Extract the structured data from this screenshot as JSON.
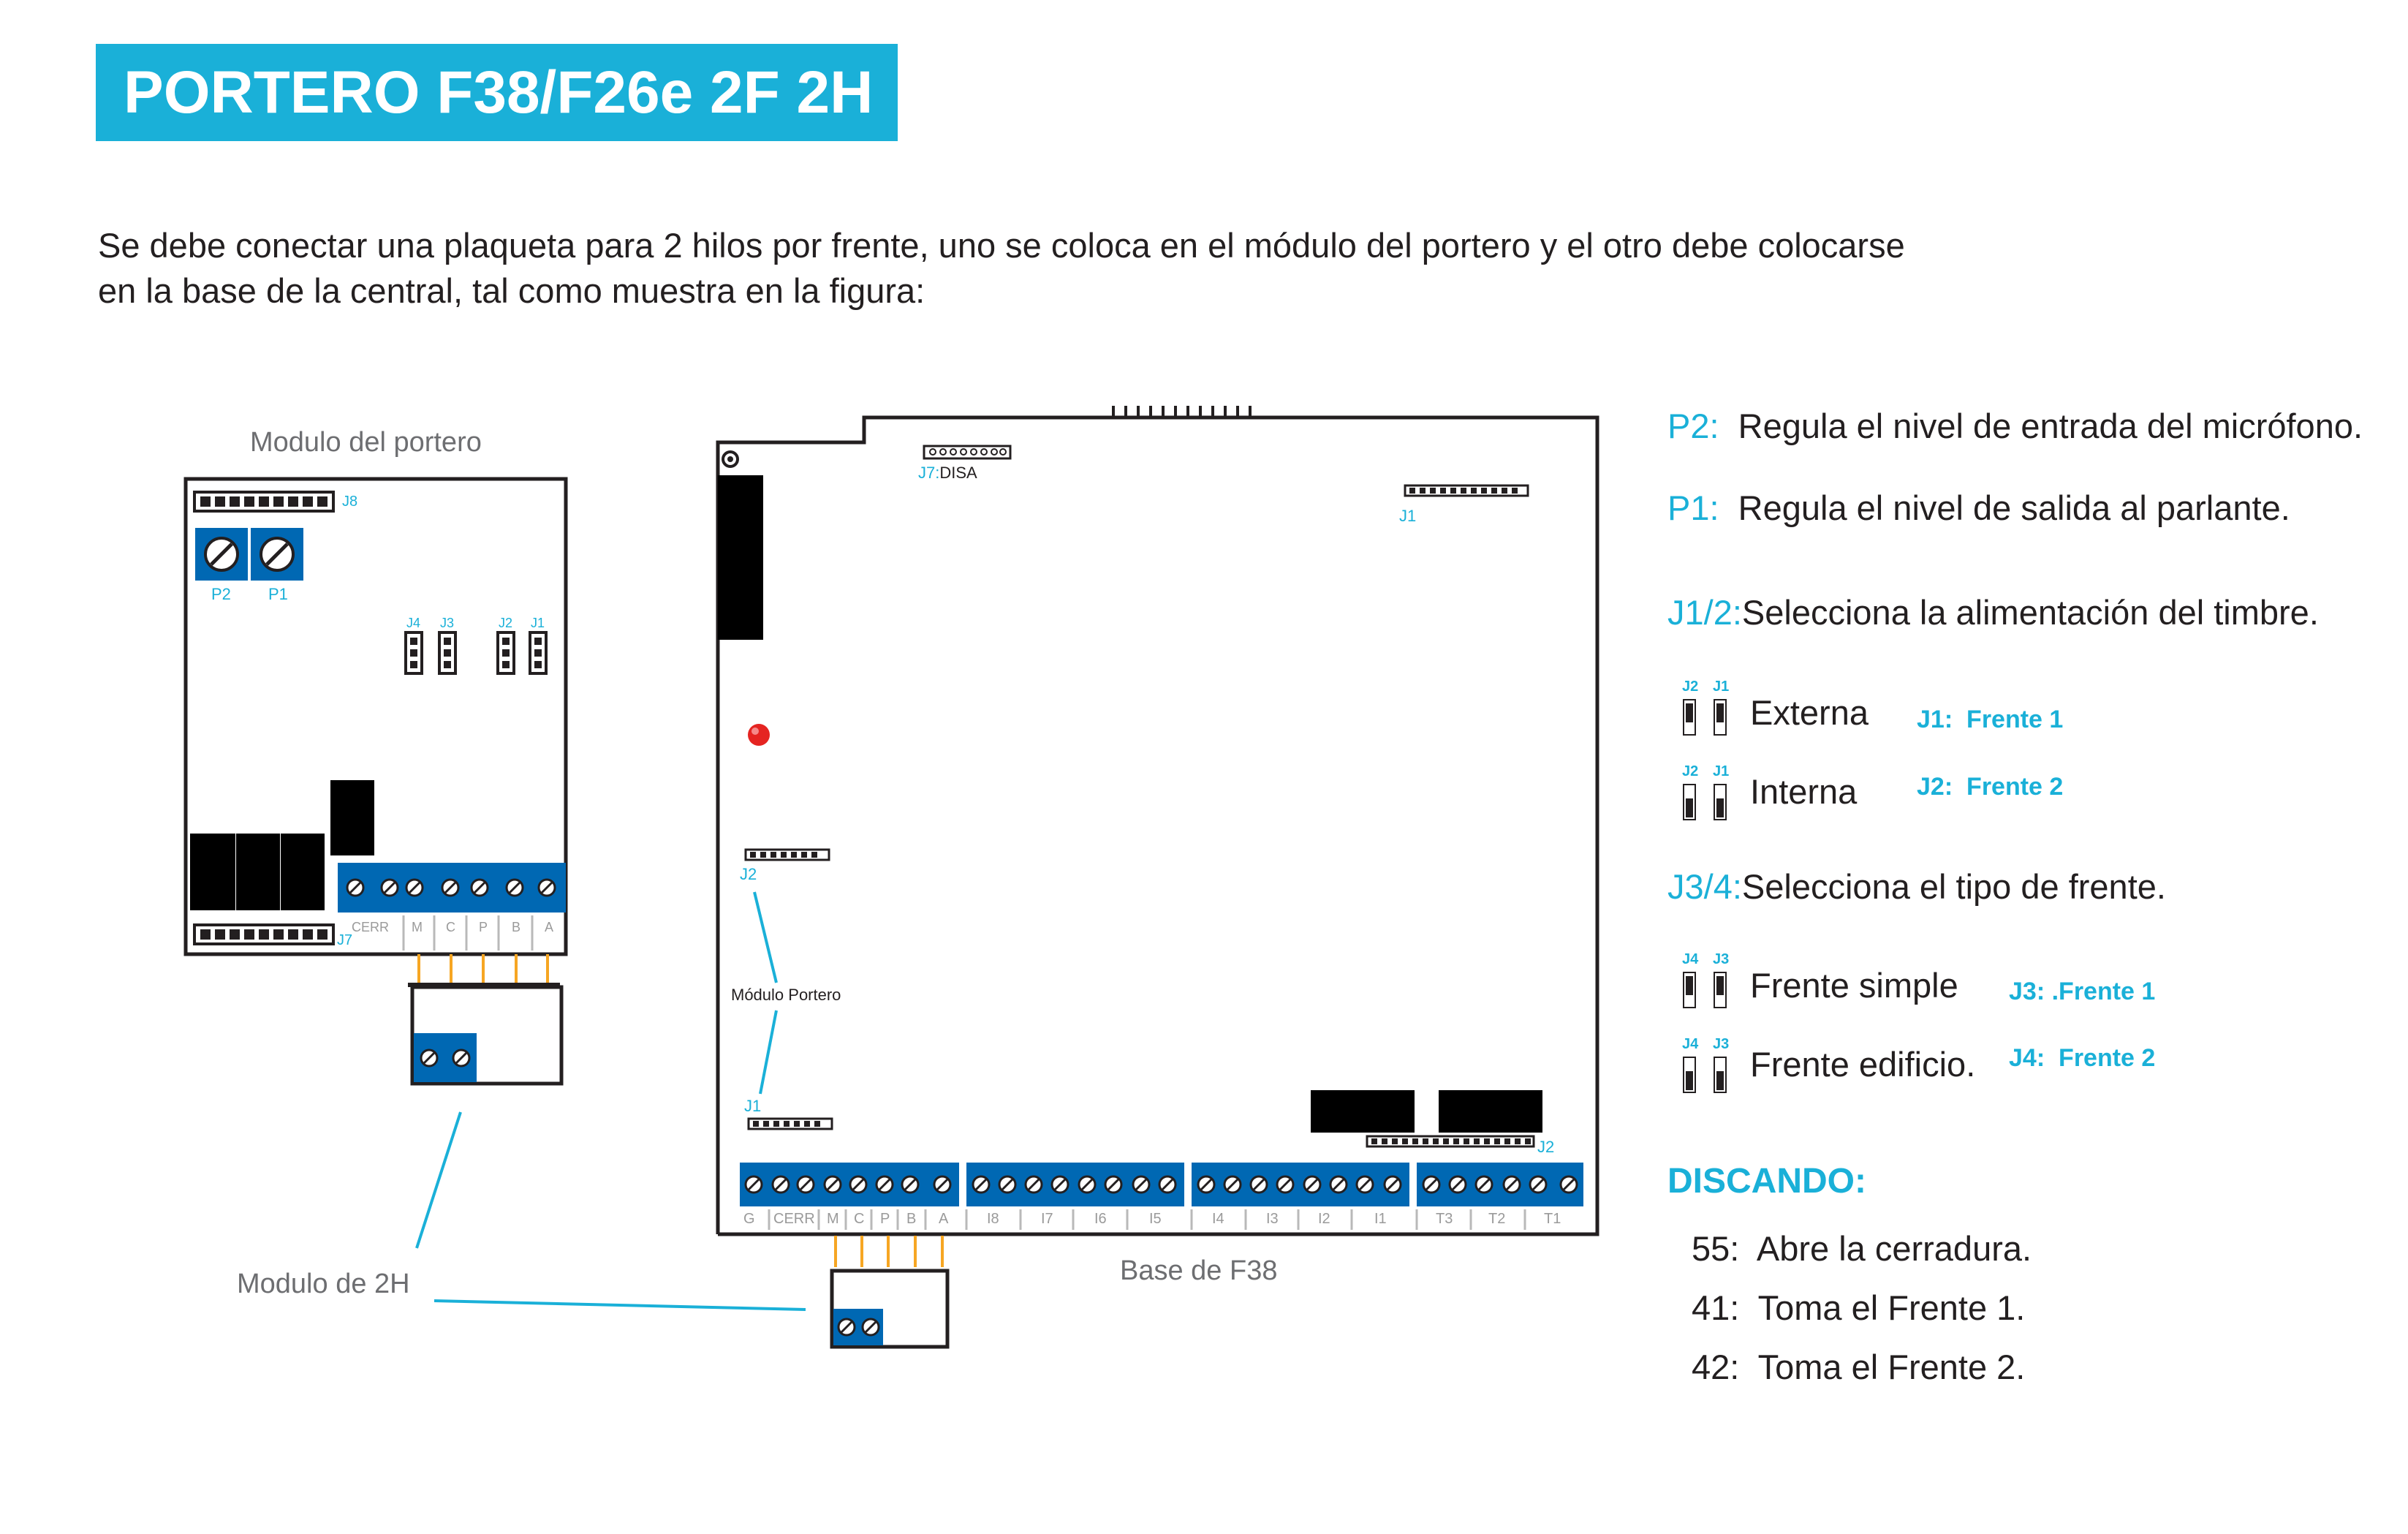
{
  "title": "PORTERO F38/F26e 2F 2H",
  "intro": {
    "line1": "Se debe conectar una plaqueta para 2 hilos por frente, uno se coloca en el módulo del portero y el otro debe colocarse",
    "line2": "en la base de la central, tal como muestra en la figura:"
  },
  "left_module": {
    "title": "Modulo del portero",
    "j8": "J8",
    "j7": "J7",
    "p2": "P2",
    "p1": "P1",
    "j4": "J4",
    "j3": "J3",
    "j2": "J2",
    "j1": "J1",
    "terminals": [
      "CERR",
      "M",
      "C",
      "P",
      "B",
      "A"
    ]
  },
  "module_2h_label": "Modulo de 2H",
  "base": {
    "label": "Base de F38",
    "j7_prefix": "J7:",
    "j7_label": "DISA",
    "j1_top": "J1",
    "j2_left": "J2",
    "modulo_portero": "Módulo Portero",
    "j1_left": "J1",
    "j2_right": "J2",
    "terminal_groups": [
      [
        "G",
        "CERR",
        "M",
        "C",
        "P",
        "B",
        "A"
      ],
      [
        "I8",
        "I7",
        "I6",
        "I5"
      ],
      [
        "I4",
        "I3",
        "I2",
        "I1"
      ],
      [
        "T3",
        "T2",
        "T1"
      ]
    ]
  },
  "legend": {
    "p2_key": "P2:",
    "p2_text": "Regula el nivel de entrada del micrófono.",
    "p1_key": "P1:",
    "p1_text": "Regula el nivel de salida al parlante.",
    "j12_key": "J1/2:",
    "j12_text": "Selecciona la alimentación del timbre.",
    "jumper_j2": "J2",
    "jumper_j1": "J1",
    "externa": "Externa",
    "interna": "Interna",
    "j1_frente_key": "J1:",
    "j1_frente_val": "Frente 1",
    "j2_frente_key": "J2:",
    "j2_frente_val": "Frente 2",
    "j34_key": "J3/4:",
    "j34_text": "Selecciona el tipo de frente.",
    "jumper_j4": "J4",
    "jumper_j3": "J3",
    "frente_simple": "Frente simple",
    "frente_edificio": "Frente edificio.",
    "j3_frente_key": "J3: .",
    "j3_frente_val": "Frente 1",
    "j4_frente_key": "J4:",
    "j4_frente_val": "Frente 2"
  },
  "discando": {
    "heading": "DISCANDO:",
    "items": [
      {
        "code": "55:",
        "text": "Abre la cerradura."
      },
      {
        "code": "41:",
        "text": "Toma el Frente 1."
      },
      {
        "code": "42:",
        "text": "Toma el Frente 2."
      }
    ]
  },
  "colors": {
    "accent": "#1ab0d8",
    "terminal_blue": "#0068b3",
    "wire_orange": "#f6a623",
    "led_red": "#e52421"
  }
}
